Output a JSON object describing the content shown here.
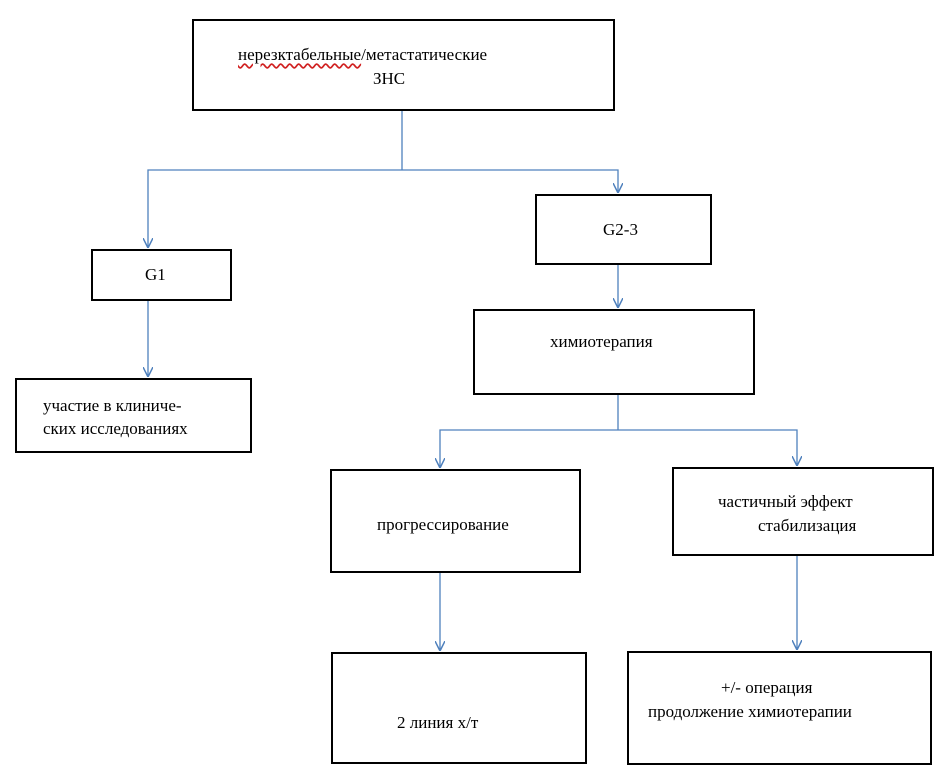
{
  "nodes": {
    "root": {
      "line1_a": "нерезктабельные",
      "line1_b": "/метастатические",
      "line2": "ЗНС"
    },
    "g1": {
      "label": "G1"
    },
    "g23": {
      "label": "G2-3"
    },
    "clinical": {
      "line1": "участие в клиниче-",
      "line2": "ских исследованиях"
    },
    "chemo": {
      "label": "химиотерапия"
    },
    "progress": {
      "label": "прогрессирование"
    },
    "partial": {
      "line1": "частичный эффект",
      "line2": "стабилизация"
    },
    "second_line": {
      "label": "2 линия х/т"
    },
    "operation": {
      "line1": "+/- операция",
      "line2": "продолжение химиотерапии"
    }
  },
  "colors": {
    "connector": "#4f81bd",
    "box_border": "#000000"
  }
}
